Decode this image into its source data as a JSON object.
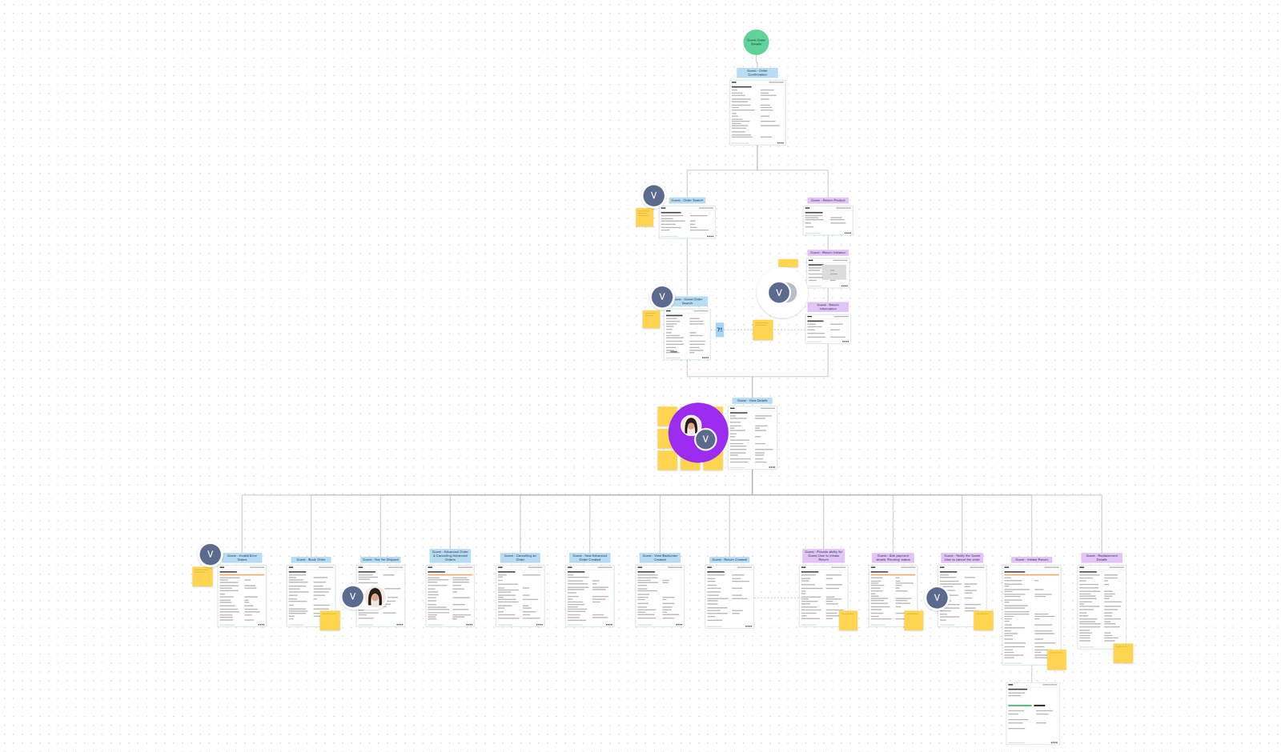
{
  "diagram": {
    "nodes": [
      {
        "text": [
          "Guest Order Details"
        ]
      },
      {
        "text": [
          "Guest - Order Confirmation"
        ]
      },
      {
        "text": [
          "Guest - Order Search"
        ]
      },
      {
        "text": [
          "Guest - Return Product"
        ]
      },
      {
        "text": [
          "Guest - Return Initiation"
        ]
      },
      {
        "text": [
          "Guest - Guest Order Search"
        ]
      },
      {
        "text": [
          "Guest - Return Information"
        ]
      },
      {
        "text": [
          "Guest - View Details"
        ]
      },
      {
        "text": [
          "Guest - Invalid Error States"
        ]
      },
      {
        "text": [
          "Guest - Book Order"
        ]
      },
      {
        "text": [
          "Guest - Not Yet Shipped"
        ]
      },
      {
        "text": [
          "Guest - Advanced Order & Cancelling Advanced Orders"
        ]
      },
      {
        "text": [
          "Guest - Cancelling an Order"
        ]
      },
      {
        "text": [
          "Guest - New Advanced Order Created"
        ]
      },
      {
        "text": [
          "Guest - View Backorder Created"
        ]
      },
      {
        "text": [
          "Guest - Return Created"
        ]
      },
      {
        "text": [
          "Guest - Provide ability for Guest User to initiate Return"
        ]
      },
      {
        "text": [
          "Guest - Edit payment details 'Pending' status"
        ]
      },
      {
        "text": [
          "Guest - Notify the Guest User to cancel the order"
        ]
      },
      {
        "text": [
          "Guest - Initiate Return"
        ]
      },
      {
        "text": [
          "Guest - Replacement Details"
        ]
      }
    ],
    "edges": [
      {
        "from": 0,
        "to": 1,
        "arrow": "none"
      },
      {
        "from": 1,
        "to": 2,
        "arrow": "none"
      },
      {
        "from": 1,
        "to": 3,
        "arrow": "none"
      },
      {
        "from": 2,
        "to": 5,
        "arrow": "none"
      },
      {
        "from": 3,
        "to": 4,
        "arrow": "none"
      },
      {
        "from": 4,
        "to": 6,
        "arrow": "none"
      },
      {
        "from": 5,
        "to": 6,
        "arrow": "none"
      },
      {
        "from": 5,
        "to": 7,
        "arrow": "none"
      },
      {
        "from": 6,
        "to": 7,
        "arrow": "none"
      },
      {
        "from": 7,
        "to": 8,
        "arrow": "none"
      },
      {
        "from": 7,
        "to": 9,
        "arrow": "none"
      },
      {
        "from": 7,
        "to": 10,
        "arrow": "none"
      },
      {
        "from": 7,
        "to": 11,
        "arrow": "none"
      },
      {
        "from": 7,
        "to": 12,
        "arrow": "none"
      },
      {
        "from": 7,
        "to": 13,
        "arrow": "none"
      },
      {
        "from": 7,
        "to": 14,
        "arrow": "none"
      },
      {
        "from": 7,
        "to": 15,
        "arrow": "none"
      },
      {
        "from": 7,
        "to": 16,
        "arrow": "none"
      },
      {
        "from": 7,
        "to": 17,
        "arrow": "none"
      },
      {
        "from": 7,
        "to": 18,
        "arrow": "none"
      },
      {
        "from": 7,
        "to": 19,
        "arrow": "none"
      },
      {
        "from": 7,
        "to": 20,
        "arrow": "none"
      },
      {
        "from": 15,
        "to": 16,
        "arrow": "none"
      }
    ],
    "labels": [
      "V",
      "V",
      "V",
      "V",
      "V",
      "V",
      "V",
      "?!"
    ]
  }
}
